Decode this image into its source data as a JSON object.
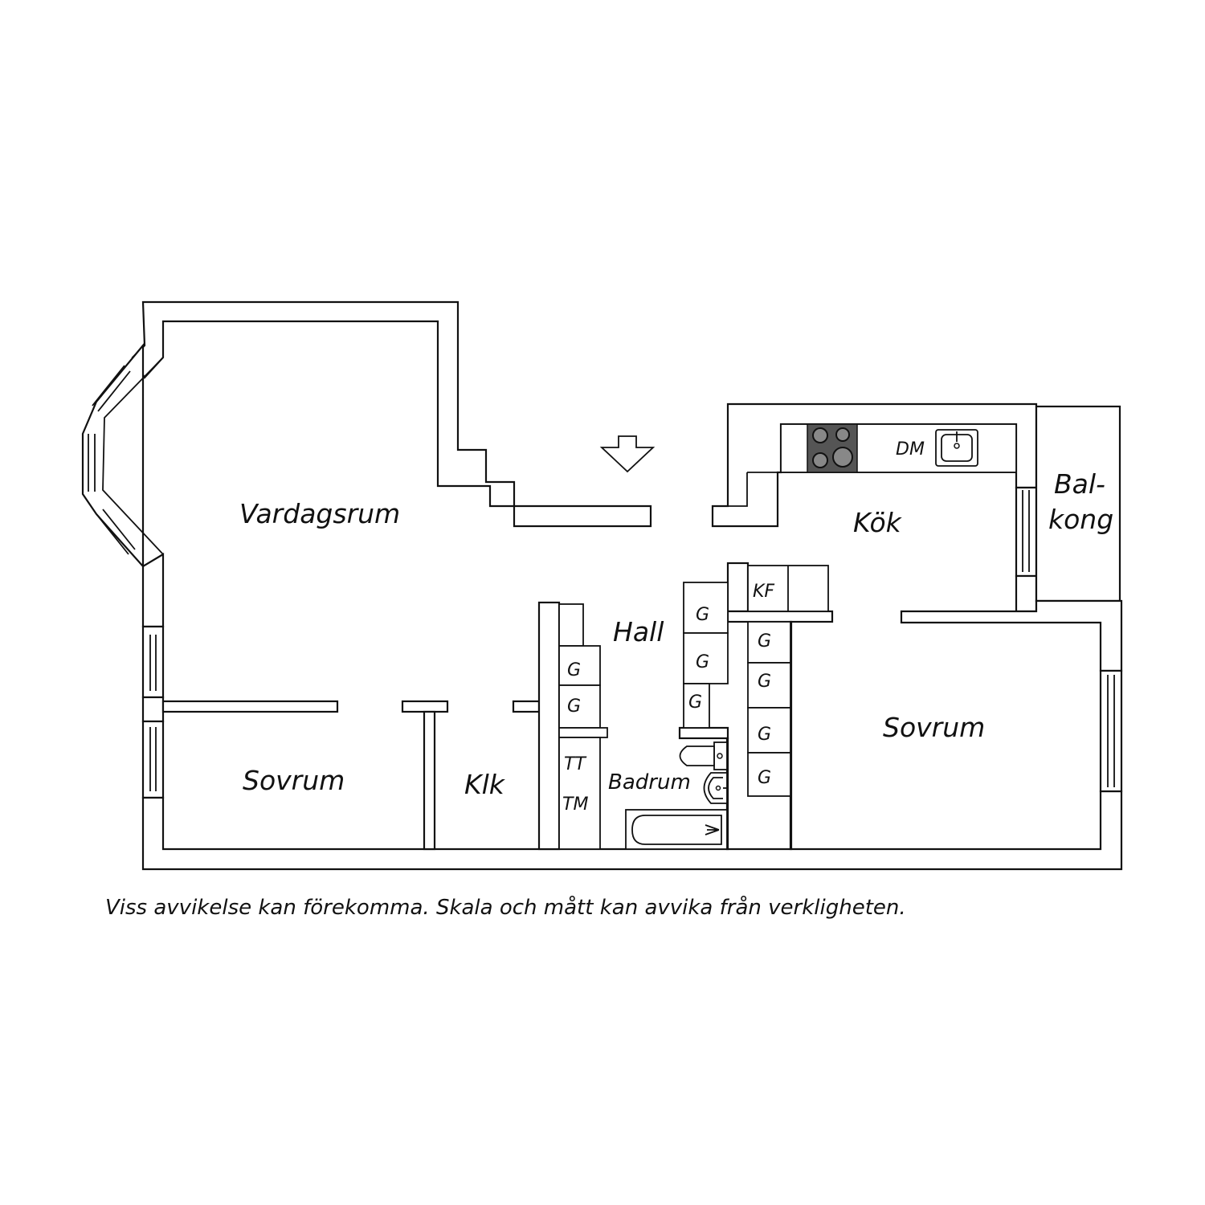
{
  "rooms": {
    "vardagsrum": "Vardagsrum",
    "kok": "Kök",
    "balkong_1": "Bal-",
    "balkong_2": "kong",
    "hall": "Hall",
    "sovrum_left": "Sovrum",
    "sovrum_right": "Sovrum",
    "klk": "Klk",
    "badrum": "Badrum"
  },
  "fixtures": {
    "dm": "DM",
    "kf": "KF",
    "tt": "TT",
    "tm": "TM",
    "g": "G"
  },
  "disclaimer": "Viss avvikelse kan förekomma. Skala och mått kan avvika från verkligheten.",
  "icons": [
    "entrance-arrow-icon",
    "stove-icon",
    "sink-icon",
    "toilet-icon",
    "washbasin-icon",
    "bathtub-icon"
  ]
}
